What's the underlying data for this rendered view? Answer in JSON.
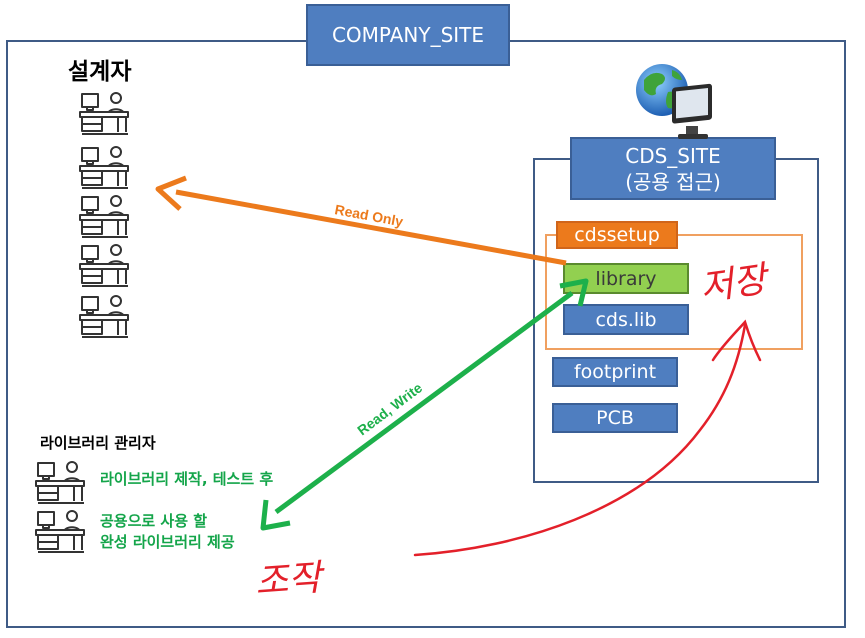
{
  "company_site": {
    "label": "COMPANY_SITE"
  },
  "cds_site": {
    "line1": "CDS_SITE",
    "line2": "(공용 접근)"
  },
  "cdssetup": {
    "label": "cdssetup"
  },
  "items": {
    "library": "library",
    "cds_lib": "cds.lib",
    "footprint": "footprint",
    "pcb": "PCB"
  },
  "designers": {
    "title": "설계자",
    "count": 5
  },
  "manager": {
    "title": "라이브러리 관리자",
    "note1": "라이브러리 제작, 테스트 후",
    "note2_line1": "공용으로 사용 할",
    "note2_line2": "완성 라이브러리 제공"
  },
  "arrows": {
    "read_only": "Read Only",
    "read_write": "Read, Write"
  },
  "handwriting": {
    "save": "저장",
    "manage": "조작"
  },
  "icons": {
    "workstation": "workstation-icon",
    "globe_computer": "globe-computer-icon"
  },
  "colors": {
    "box_blue": "#4f7ec0",
    "orange": "#ec7a1c",
    "green_arrow": "#1db04b",
    "lib_green": "#92d050",
    "red_ink": "#e3202a"
  }
}
